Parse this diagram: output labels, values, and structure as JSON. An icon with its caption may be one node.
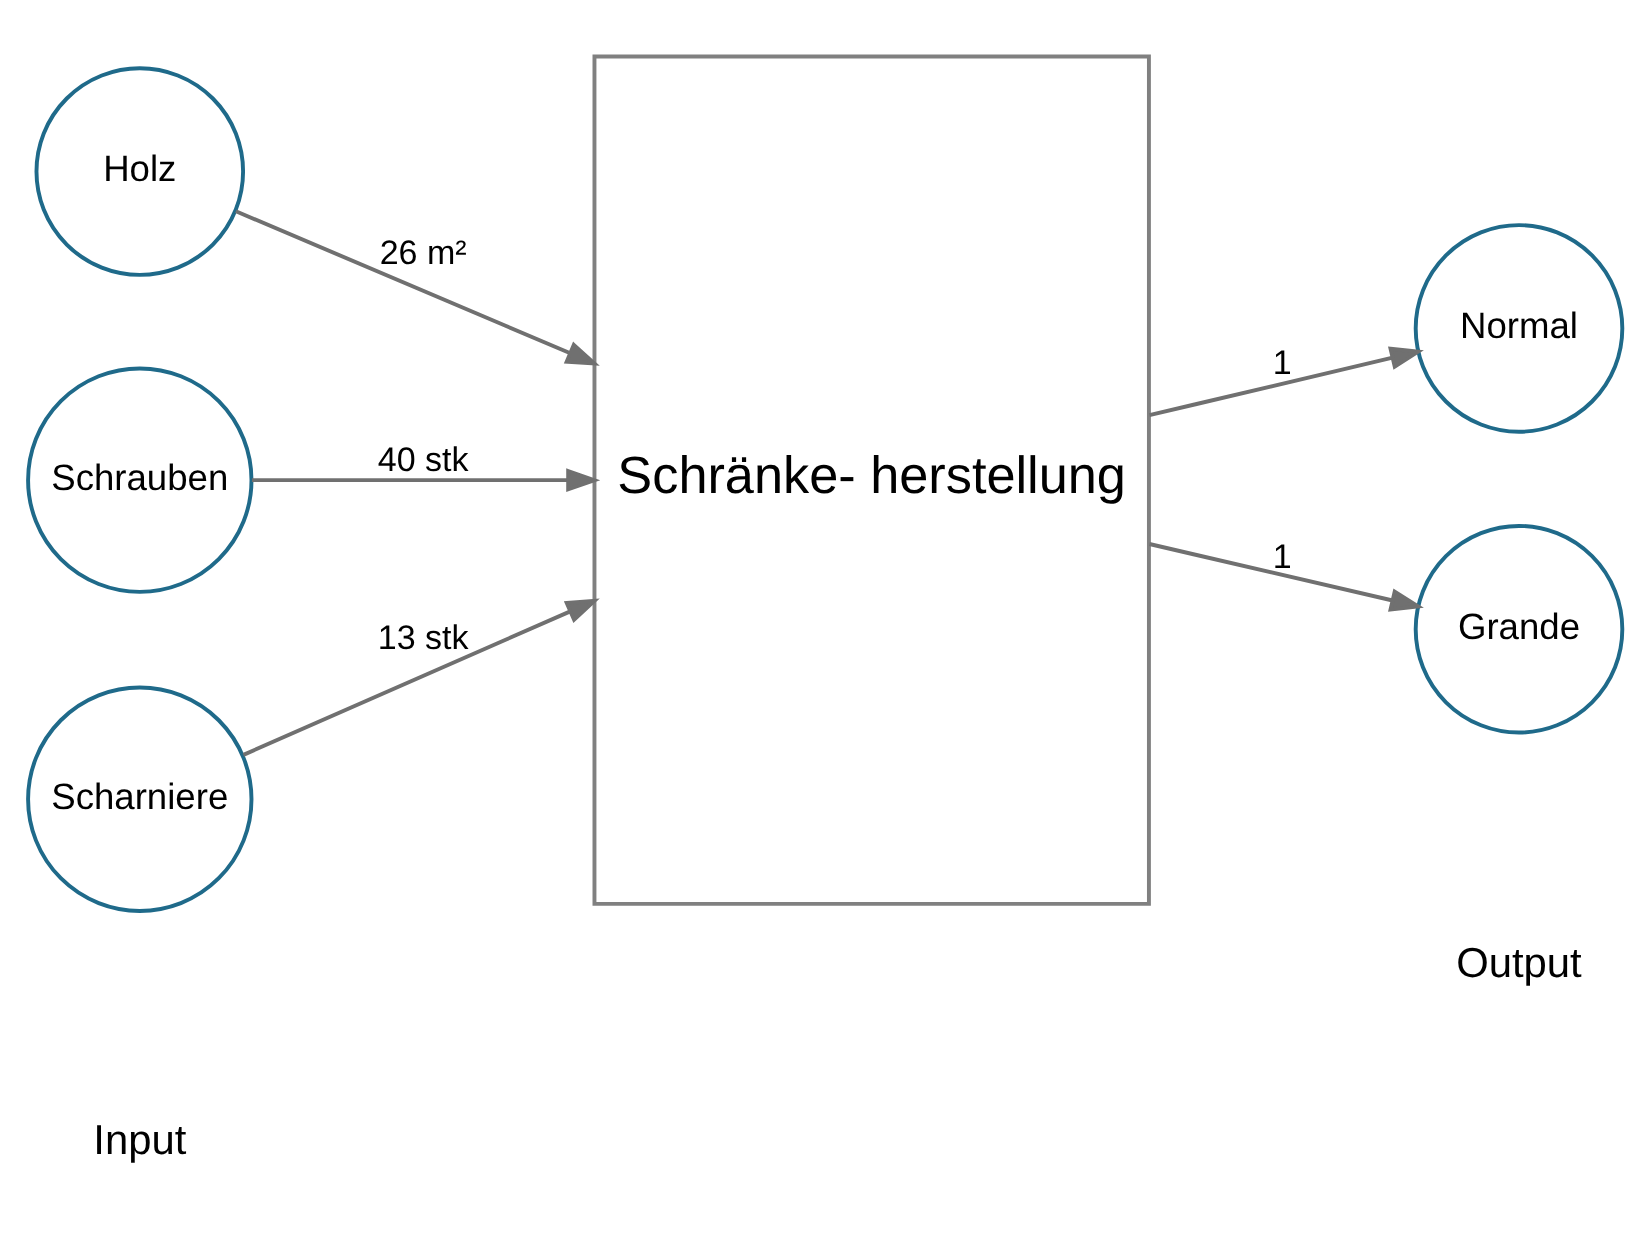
{
  "diagram": {
    "nodes": [
      {
        "text": [
          "Holz"
        ]
      },
      {
        "text": [
          "Schrauben"
        ]
      },
      {
        "text": [
          "Scharniere"
        ]
      },
      {
        "text": [
          "Schränke- herstellung"
        ]
      },
      {
        "text": [
          "Normal"
        ]
      },
      {
        "text": [
          "Grande"
        ]
      }
    ],
    "edges": [
      {
        "from": 0,
        "to": 3,
        "arrow": "to",
        "label": "26 m²"
      },
      {
        "from": 1,
        "to": 3,
        "arrow": "to",
        "label": "40 stk"
      },
      {
        "from": 2,
        "to": 3,
        "arrow": "to",
        "label": "13 stk"
      },
      {
        "from": 3,
        "to": 4,
        "arrow": "to",
        "label": "1"
      },
      {
        "from": 3,
        "to": 5,
        "arrow": "to",
        "label": "1"
      }
    ],
    "labels": [
      "Input",
      "Output"
    ]
  }
}
